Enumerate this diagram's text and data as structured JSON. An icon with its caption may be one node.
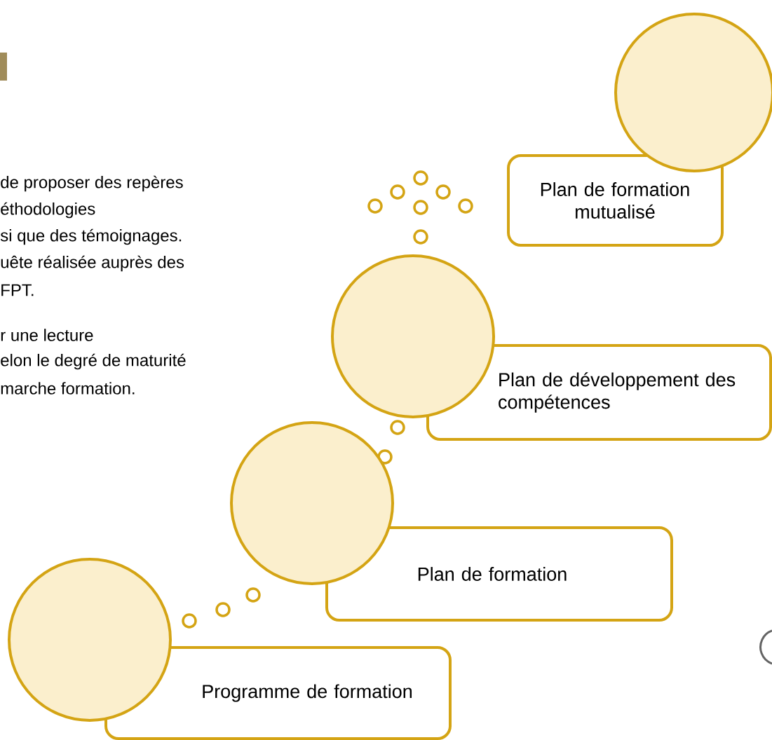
{
  "diagram": {
    "nodes": [
      {
        "text": [],
        "shape": "circle"
      },
      {
        "text": [
          "Plan de formation mutualisé"
        ]
      },
      {
        "text": [],
        "shape": "circle"
      },
      {
        "text": [
          "Plan de développement des compétences"
        ]
      },
      {
        "text": [],
        "shape": "circle"
      },
      {
        "text": [
          "Plan de formation"
        ]
      },
      {
        "text": [],
        "shape": "circle"
      },
      {
        "text": [
          "Programme de formation"
        ]
      }
    ],
    "labels": [
      "de proposer des repères",
      "éthodologies",
      "si que des témoignages.",
      "uête réalisée auprès des",
      "FPT.",
      "r  une lecture",
      "elon le degré de maturité",
      "marche formation."
    ]
  }
}
